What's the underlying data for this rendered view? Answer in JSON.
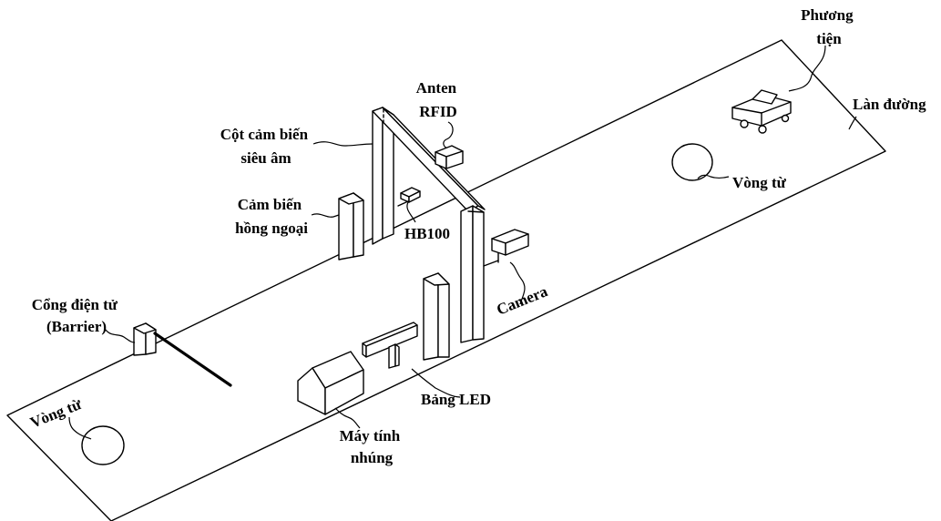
{
  "labels": {
    "vehicle": "Phương tiện",
    "vehicle_line1": "Phương",
    "vehicle_line2": "tiện",
    "lane": "Làn đường",
    "antenna_line1": "Anten",
    "antenna_line2": "RFID",
    "ultrasonic_line1": "Cột cảm biến",
    "ultrasonic_line2": "siêu âm",
    "infrared_line1": "Cảm biến",
    "infrared_line2": "hồng ngoại",
    "hb100": "HB100",
    "loop_right": "Vòng từ",
    "loop_left": "Vòng từ",
    "camera": "Camera",
    "barrier_line1": "Cổng điện tử",
    "barrier_line2": "(Barrier)",
    "led": "Bảng LED",
    "computer_line1": "Máy tính",
    "computer_line2": "nhúng"
  }
}
